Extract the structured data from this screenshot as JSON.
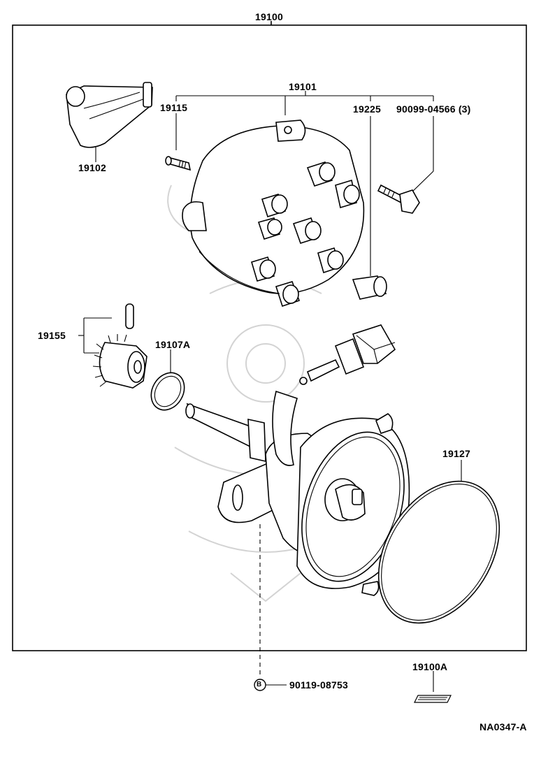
{
  "labels": {
    "assembly": "19100",
    "cap_assembly": "19101",
    "rotor": "19102",
    "spring": "19115",
    "carbon": "19225",
    "bolt": "90099-04566 (3)",
    "pin_gear": "19155",
    "oring_small": "19107A",
    "gasket": "19127",
    "bolt_b": "90119-08753",
    "b_marker": "B",
    "label_plate": "19100A",
    "diagram_code": "NA0347-A"
  }
}
